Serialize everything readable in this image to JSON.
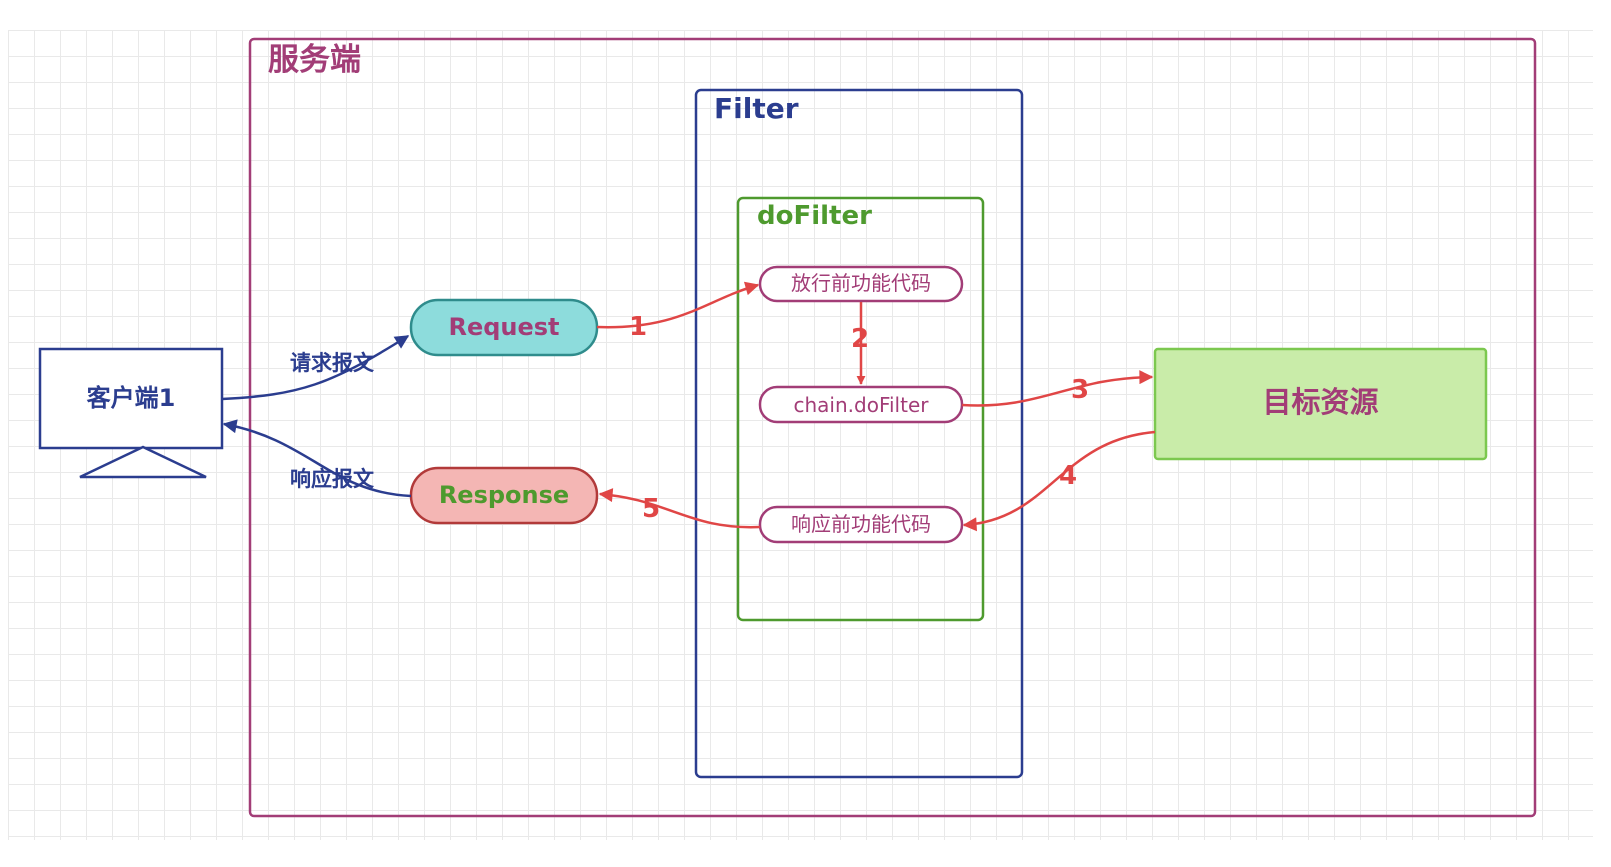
{
  "server": {
    "title": "服务端"
  },
  "filter": {
    "title": "Filter"
  },
  "dofilter": {
    "title": "doFilter",
    "steps": [
      {
        "label": "放行前功能代码"
      },
      {
        "label": "chain.doFilter"
      },
      {
        "label": "响应前功能代码"
      }
    ]
  },
  "client": {
    "label": "客户端1"
  },
  "messages": {
    "request": "请求报文",
    "response": "响应报文"
  },
  "request": {
    "label": "Request"
  },
  "response": {
    "label": "Response"
  },
  "target": {
    "label": "目标资源"
  },
  "flow_numbers": [
    "1",
    "2",
    "3",
    "4",
    "5"
  ],
  "colors": {
    "server_border": "#a23d77",
    "filter_border": "#2b3d8f",
    "dofilter_border": "#4e9a2e",
    "arrow_red": "#e04646",
    "arrow_blue": "#2b3d8f",
    "request_fill": "#8ddcdc",
    "response_fill": "#f4b6b4",
    "target_fill": "#c9eca9"
  }
}
